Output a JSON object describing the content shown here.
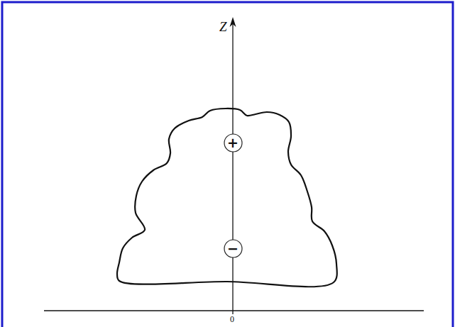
{
  "diagram": {
    "nodes": [
      {
        "text": [
          "+"
        ]
      },
      {
        "text": [
          "−"
        ]
      }
    ],
    "labels": [
      "Z",
      "0"
    ]
  }
}
